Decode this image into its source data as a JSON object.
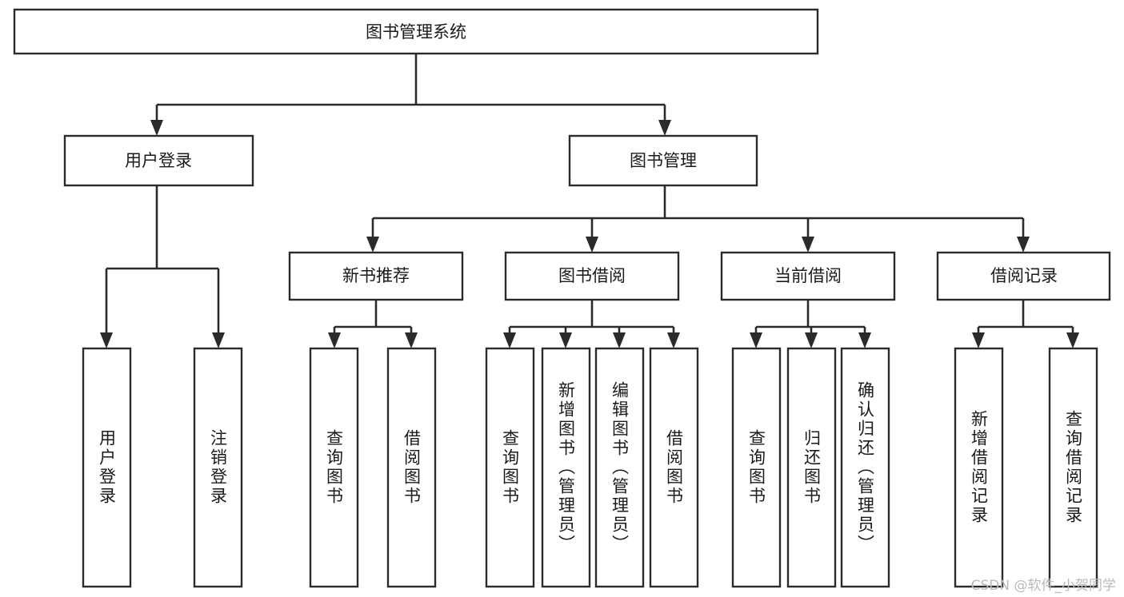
{
  "diagram": {
    "title": "图书管理系统",
    "type": "tree-hierarchy",
    "watermark": "CSDN @软件_小贺同学",
    "colors": {
      "stroke": "#2b2b2b",
      "fill": "#ffffff",
      "text": "#1a1a1a",
      "watermark": "#b9b9b9"
    },
    "levels": {
      "root": {
        "label": "图书管理系统"
      },
      "level2": [
        {
          "id": "user-login",
          "label": "用户登录"
        },
        {
          "id": "book-management",
          "label": "图书管理"
        }
      ],
      "level3": [
        {
          "id": "new-book-recommend",
          "label": "新书推荐",
          "parent": "book-management"
        },
        {
          "id": "book-borrow",
          "label": "图书借阅",
          "parent": "book-management"
        },
        {
          "id": "current-borrow",
          "label": "当前借阅",
          "parent": "book-management"
        },
        {
          "id": "borrow-record",
          "label": "借阅记录",
          "parent": "book-management"
        }
      ],
      "leaves": [
        {
          "id": "leaf-user-login",
          "label": "用户登录",
          "parent": "user-login"
        },
        {
          "id": "leaf-logout",
          "label": "注销登录",
          "parent": "user-login"
        },
        {
          "id": "leaf-query-book-1",
          "label": "查询图书",
          "parent": "new-book-recommend"
        },
        {
          "id": "leaf-borrow-book-1",
          "label": "借阅图书",
          "parent": "new-book-recommend"
        },
        {
          "id": "leaf-query-book-2",
          "label": "查询图书",
          "parent": "book-borrow"
        },
        {
          "id": "leaf-add-book",
          "label": "新增图书（管理员）",
          "parent": "book-borrow"
        },
        {
          "id": "leaf-edit-book",
          "label": "编辑图书（管理员）",
          "parent": "book-borrow"
        },
        {
          "id": "leaf-borrow-book-2",
          "label": "借阅图书",
          "parent": "book-borrow"
        },
        {
          "id": "leaf-query-book-3",
          "label": "查询图书",
          "parent": "current-borrow"
        },
        {
          "id": "leaf-return-book",
          "label": "归还图书",
          "parent": "current-borrow"
        },
        {
          "id": "leaf-confirm-return",
          "label": "确认归还（管理员）",
          "parent": "current-borrow"
        },
        {
          "id": "leaf-add-record",
          "label": "新增借阅记录",
          "parent": "borrow-record"
        },
        {
          "id": "leaf-query-record",
          "label": "查询借阅记录",
          "parent": "borrow-record"
        }
      ]
    }
  }
}
